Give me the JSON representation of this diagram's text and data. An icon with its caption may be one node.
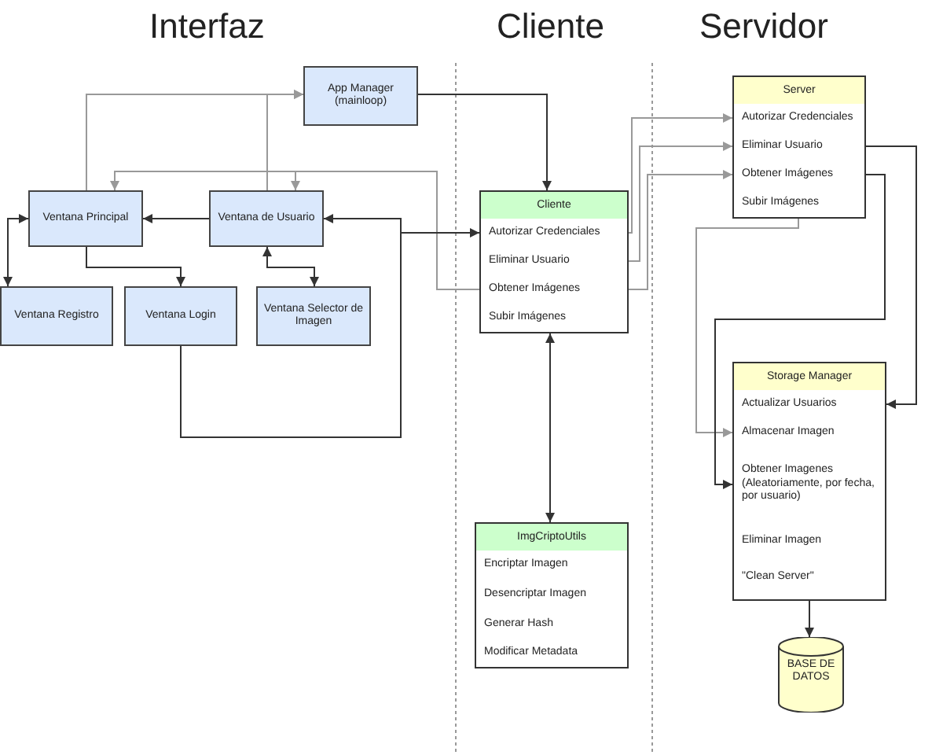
{
  "diagram": {
    "nodes": [
      {
        "text": [
          "App Manager (mainloop)"
        ]
      },
      {
        "text": [
          "Ventana Principal"
        ]
      },
      {
        "text": [
          "Ventana de Usuario"
        ]
      },
      {
        "text": [
          "Ventana Registro"
        ]
      },
      {
        "text": [
          "Ventana Login"
        ]
      },
      {
        "text": [
          "Ventana Selector de Imagen"
        ]
      },
      {
        "text": [
          "Cliente"
        ]
      },
      {
        "text": [
          "Autorizar Credenciales"
        ],
        "in": 6
      },
      {
        "text": [
          "Eliminar Usuario"
        ],
        "in": 6
      },
      {
        "text": [
          "Obtener Imágenes"
        ],
        "in": 6
      },
      {
        "text": [
          "Subir Imágenes"
        ],
        "in": 6
      },
      {
        "text": [
          "ImgCriptoUtils"
        ]
      },
      {
        "text": [
          "Encriptar Imagen"
        ],
        "in": 11
      },
      {
        "text": [
          "Desencriptar Imagen"
        ],
        "in": 11
      },
      {
        "text": [
          "Generar Hash"
        ],
        "in": 11
      },
      {
        "text": [
          "Modificar Metadata"
        ],
        "in": 11
      },
      {
        "text": [
          "Server"
        ]
      },
      {
        "text": [
          "Autorizar Credenciales"
        ],
        "in": 16
      },
      {
        "text": [
          "Eliminar Usuario"
        ],
        "in": 16
      },
      {
        "text": [
          "Obtener Imágenes"
        ],
        "in": 16
      },
      {
        "text": [
          "Subir Imágenes"
        ],
        "in": 16
      },
      {
        "text": [
          "Storage Manager"
        ]
      },
      {
        "text": [
          "Actualizar Usuarios"
        ],
        "in": 21
      },
      {
        "text": [
          "Almacenar Imagen"
        ],
        "in": 21
      },
      {
        "text": [
          "Obtener Imagenes (Aleatoriamente, por fecha, por usuario)"
        ],
        "in": 21
      },
      {
        "text": [
          "Eliminar Imagen"
        ],
        "in": 21
      },
      {
        "text": [
          "\"Clean Server\""
        ],
        "in": 21
      },
      {
        "text": [
          "BASE DE DATOS"
        ]
      }
    ],
    "edges": [
      {
        "from": 1,
        "to": 0,
        "arrow": "to",
        "color": "#999999"
      },
      {
        "from": 2,
        "to": 0,
        "arrow": "to",
        "color": "#999999"
      },
      {
        "from": 0,
        "to": 6,
        "arrow": "to"
      },
      {
        "from": 9,
        "to": 1,
        "arrow": "to",
        "color": "#999999"
      },
      {
        "from": 9,
        "to": 2,
        "arrow": "to",
        "color": "#999999"
      },
      {
        "from": 2,
        "to": 1,
        "arrow": "to"
      },
      {
        "from": 1,
        "to": 3,
        "arrow": "both"
      },
      {
        "from": 1,
        "to": 4,
        "arrow": "to"
      },
      {
        "from": 2,
        "to": 5,
        "arrow": "both"
      },
      {
        "from": 4,
        "to": 2,
        "arrow": "to"
      },
      {
        "from": 4,
        "to": 7,
        "arrow": "to"
      },
      {
        "from": 7,
        "to": 17,
        "arrow": "to",
        "color": "#999999"
      },
      {
        "from": 8,
        "to": 18,
        "arrow": "to",
        "color": "#999999"
      },
      {
        "from": 9,
        "to": 19,
        "arrow": "to",
        "color": "#999999"
      },
      {
        "from": 18,
        "to": 22,
        "arrow": "to"
      },
      {
        "from": 20,
        "to": 23,
        "arrow": "to",
        "color": "#999999"
      },
      {
        "from": 19,
        "to": 24,
        "arrow": "to"
      },
      {
        "from": 6,
        "to": 11,
        "arrow": "both"
      },
      {
        "from": 21,
        "to": 27,
        "arrow": "to"
      }
    ],
    "labels": [
      "Interfaz",
      "Cliente",
      "Servidor"
    ]
  }
}
